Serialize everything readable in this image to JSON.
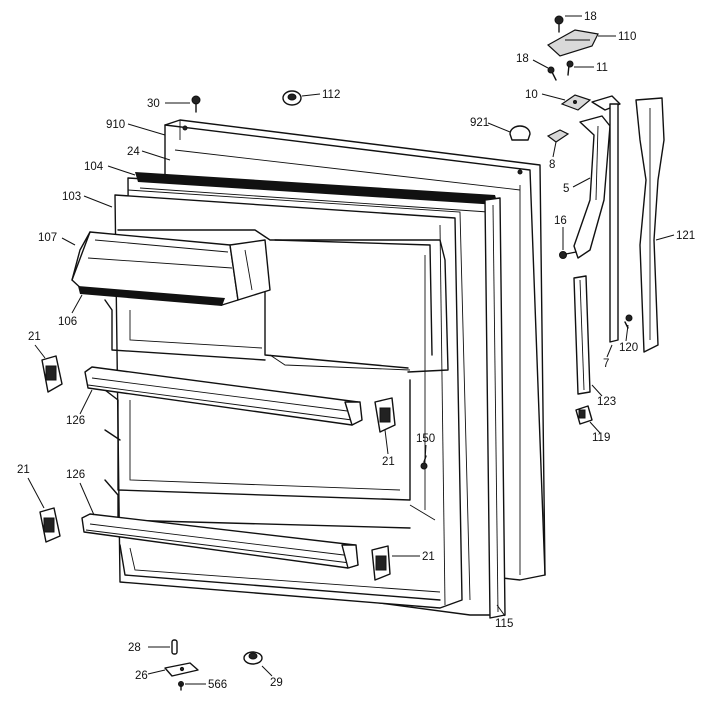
{
  "labels": {
    "p18a": "18",
    "p110": "110",
    "p18b": "18",
    "p11": "11",
    "p30": "30",
    "p112": "112",
    "p10": "10",
    "p910": "910",
    "p921": "921",
    "p24": "24",
    "p8": "8",
    "p104": "104",
    "p5": "5",
    "p103": "103",
    "p16": "16",
    "p107": "107",
    "p121": "121",
    "p106": "106",
    "p7": "7",
    "p120": "120",
    "p21a": "21",
    "p126a": "126",
    "p123": "123",
    "p21b": "21",
    "p119": "119",
    "p150": "150",
    "p21c": "21",
    "p126b": "126",
    "p21d": "21",
    "p115": "115",
    "p28": "28",
    "p29": "29",
    "p26": "26",
    "p566": "566"
  }
}
